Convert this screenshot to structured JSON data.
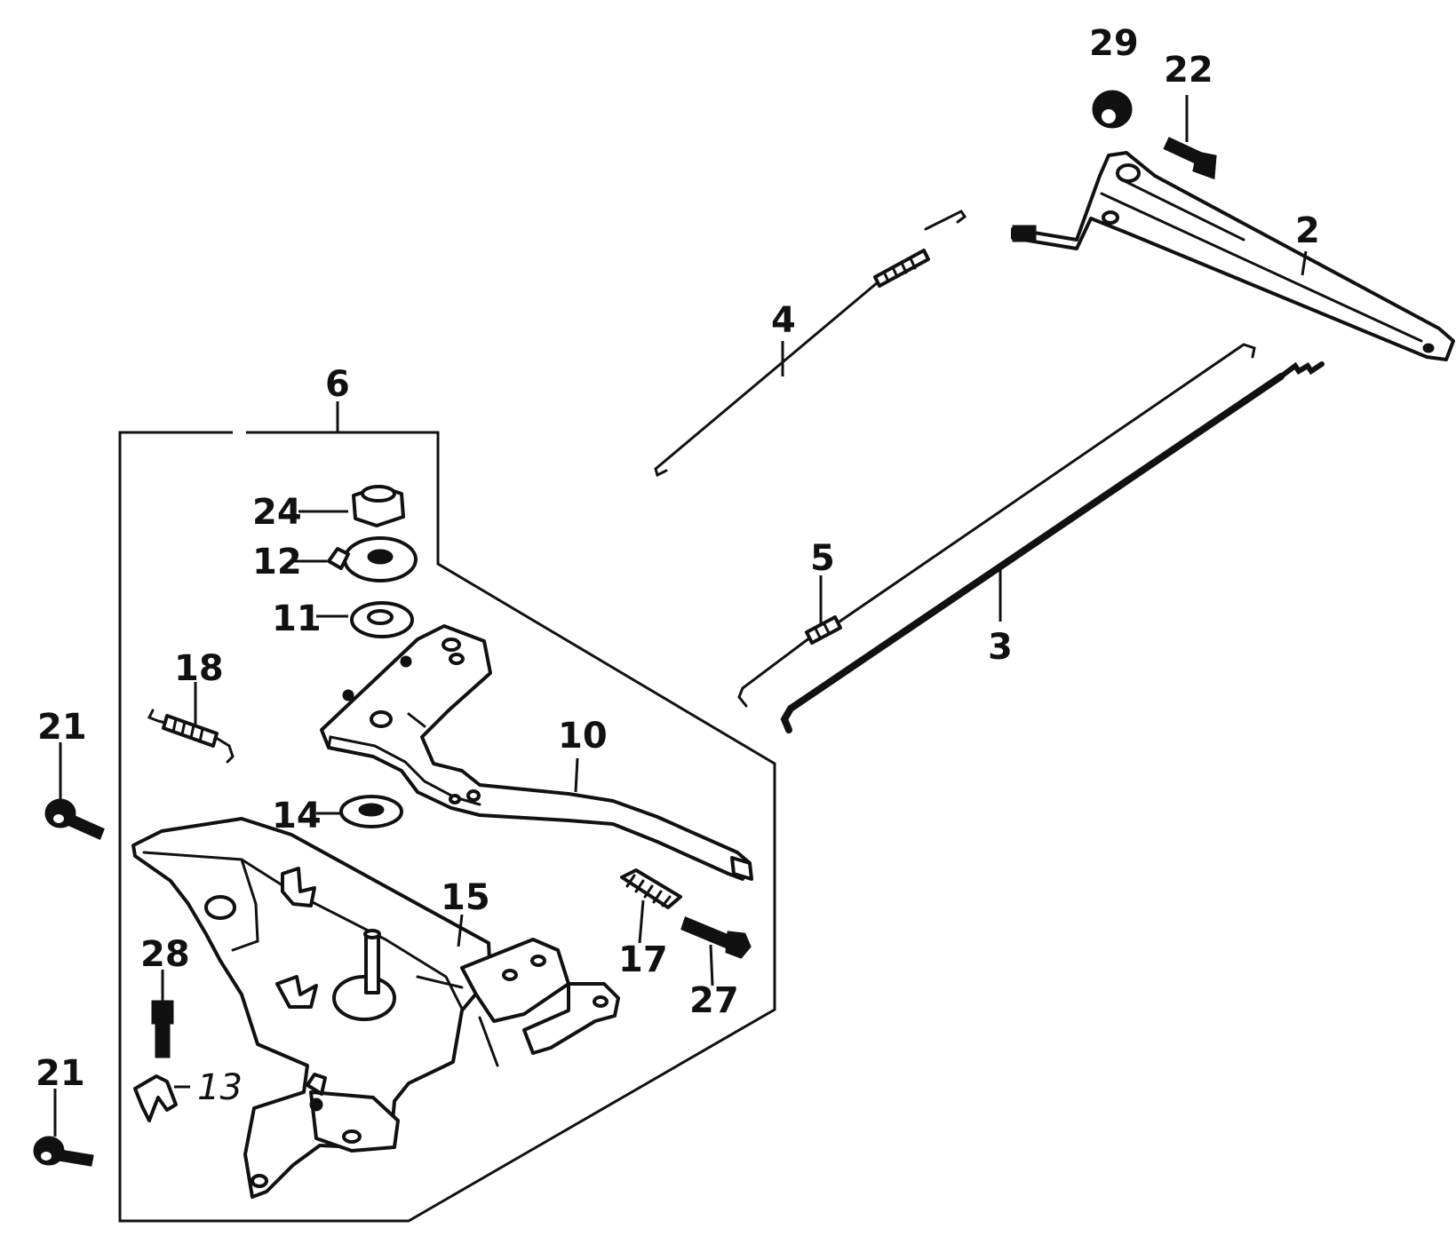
{
  "callouts": {
    "c29": "29",
    "c22": "22",
    "c2": "2",
    "c4": "4",
    "c6": "6",
    "c24": "24",
    "c12": "12",
    "c11": "11",
    "c18": "18",
    "c21a": "21",
    "c10": "10",
    "c5": "5",
    "c3": "3",
    "c14": "14",
    "c15": "15",
    "c17": "17",
    "c27": "27",
    "c28": "28",
    "c13": "13",
    "c21b": "21"
  }
}
